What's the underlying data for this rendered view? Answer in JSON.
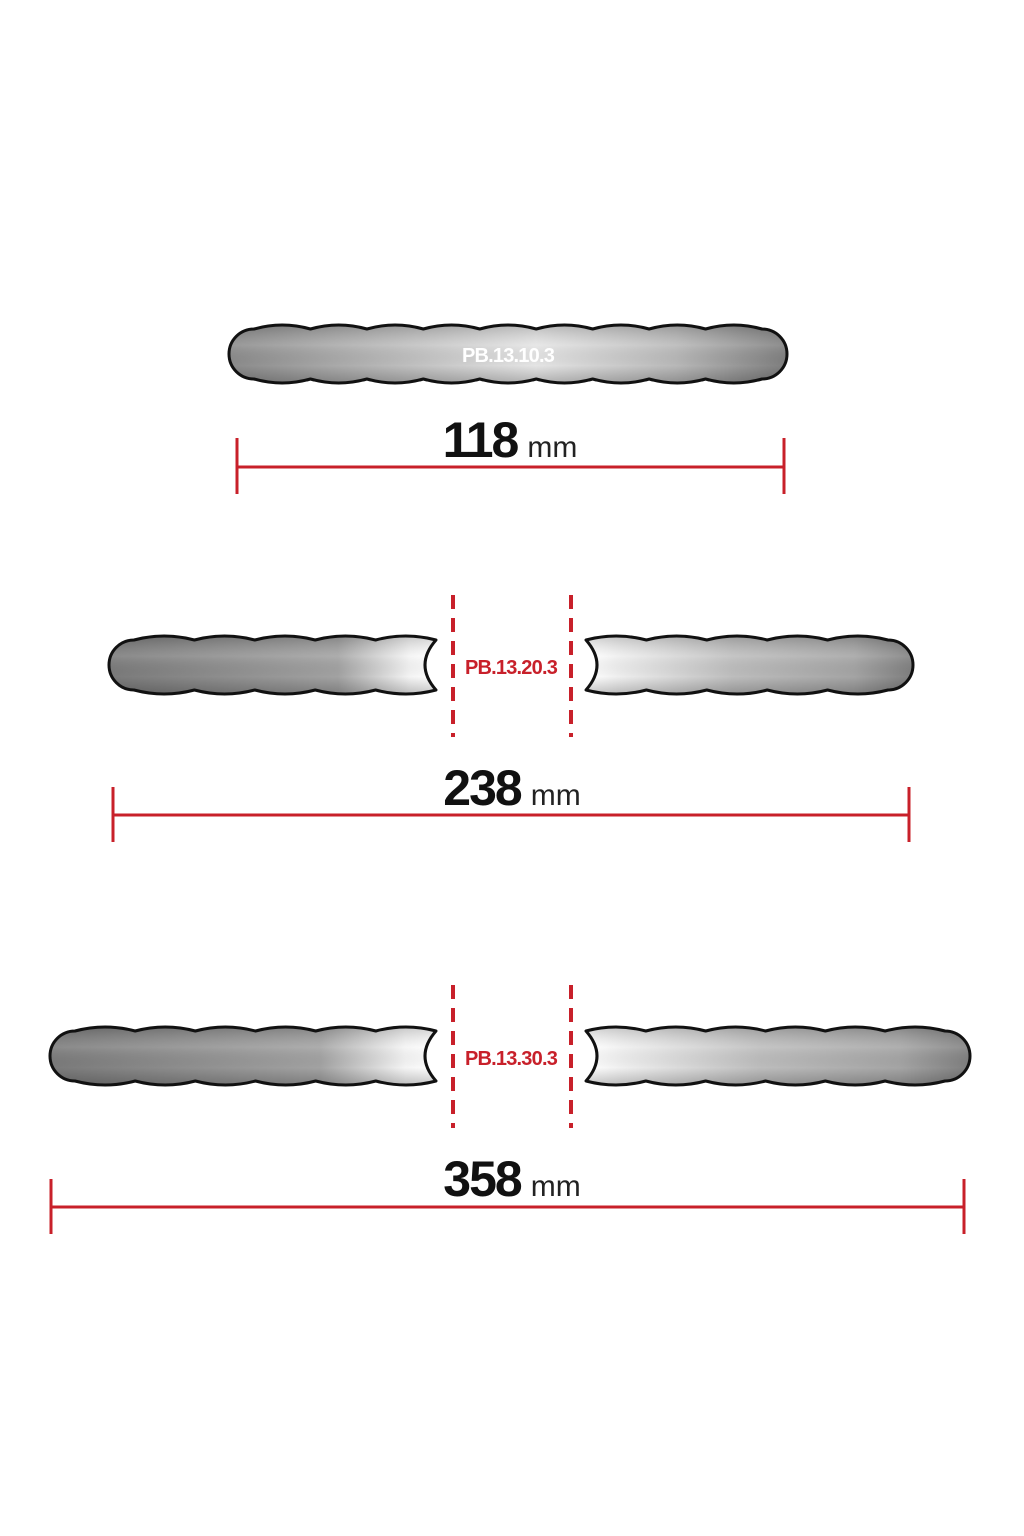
{
  "colors": {
    "accent_red": "#c8202a",
    "outline": "#111111",
    "bar_dark": "#7c7c7c",
    "bar_light": "#e6e6e6",
    "text": "#111111"
  },
  "items": [
    {
      "code": "PB.13.10.3",
      "length_value": "118",
      "length_unit": "mm",
      "split": false
    },
    {
      "code": "PB.13.20.3",
      "length_value": "238",
      "length_unit": "mm",
      "split": true
    },
    {
      "code": "PB.13.30.3",
      "length_value": "358",
      "length_unit": "mm",
      "split": true
    }
  ]
}
